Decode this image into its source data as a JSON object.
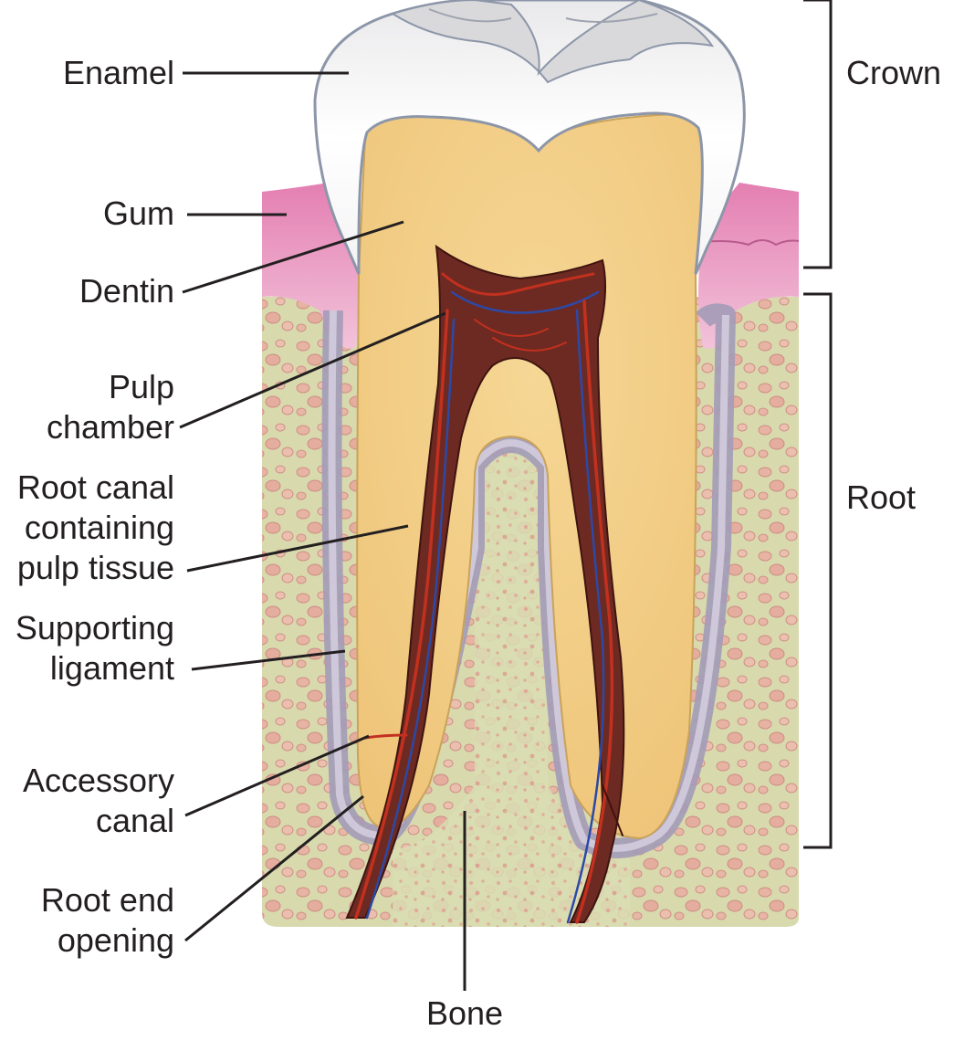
{
  "labels": {
    "enamel": "Enamel",
    "gum": "Gum",
    "dentin": "Dentin",
    "pulp_chamber": [
      "Pulp",
      "chamber"
    ],
    "root_canal": [
      "Root canal",
      "containing",
      "pulp tissue"
    ],
    "supporting_ligament": [
      "Supporting",
      "ligament"
    ],
    "accessory_canal": [
      "Accessory",
      "canal"
    ],
    "root_end_opening": [
      "Root end",
      "opening"
    ],
    "bone": "Bone",
    "crown": "Crown",
    "root": "Root"
  },
  "colors": {
    "enamel": "#fbfbfb",
    "dentin": "#f2cf86",
    "pulp": "#6b2420",
    "gum": "#e99ac1",
    "bone": "#d6d9ac",
    "ligament": "#b5aec4",
    "vessel_red": "#c2301f",
    "vessel_blue": "#2c49a6",
    "leader": "#231f20"
  }
}
